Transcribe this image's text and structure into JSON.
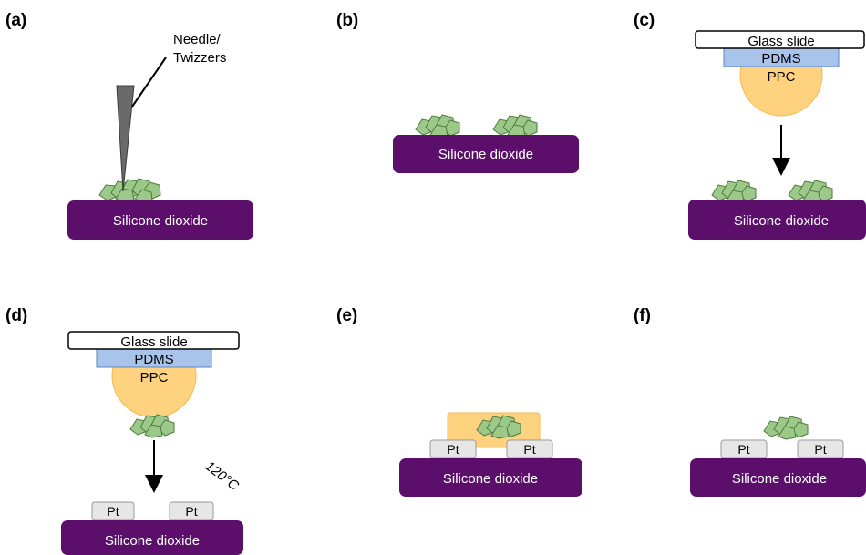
{
  "panels": [
    {
      "label": "(a)",
      "substrate": "Silicone dioxide"
    },
    {
      "label": "(b)",
      "substrate": "Silicone dioxide"
    },
    {
      "label": "(c)",
      "substrate": "Silicone dioxide"
    },
    {
      "label": "(d)",
      "substrate": "Silicone dioxide"
    },
    {
      "label": "(e)",
      "substrate": "Silicone dioxide"
    },
    {
      "label": "(f)",
      "substrate": "Silicone dioxide"
    }
  ],
  "tool_label_line1": "Needle/",
  "tool_label_line2": "Twizzers",
  "stamp": {
    "glass": "Glass slide",
    "pdms": "PDMS",
    "ppc": "PPC"
  },
  "electrode": "Pt",
  "temperature": "120°C",
  "colors": {
    "substrate": "#5b0f6b",
    "flake_fill": "#9cc98a",
    "flake_stroke": "#4e7a3c",
    "pdms": "#a8c4ea",
    "ppc": "#ffd27f",
    "pt": "#e6e6e6",
    "needle": "#6a6a6a"
  }
}
